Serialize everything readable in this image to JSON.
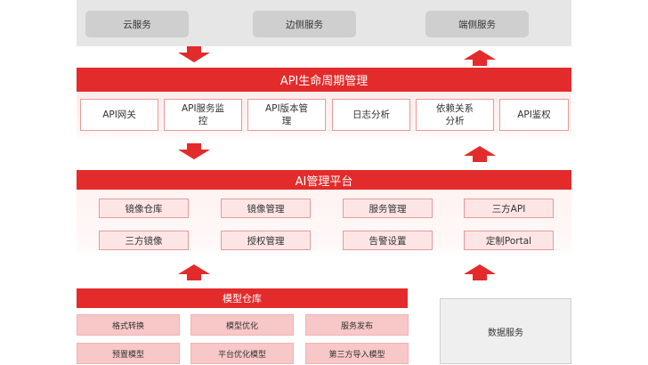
{
  "top_services": [
    "云服务",
    "边侧服务",
    "端侧服务"
  ],
  "api_lifecycle": {
    "title": "API生命周期管理",
    "items": [
      "API网关",
      "API服务监\n控",
      "API版本管\n理",
      "日志分析",
      "依赖关系\n分析",
      "API鉴权"
    ]
  },
  "ai_platform": {
    "title": "AI管理平台",
    "row1": [
      "镜像仓库",
      "镜像管理",
      "服务管理",
      "三方API"
    ],
    "row2": [
      "三方镜像",
      "授权管理",
      "告警设置",
      "定制Portal"
    ]
  },
  "model_repo": {
    "title": "模型仓库",
    "row1": [
      "格式转换",
      "模型优化",
      "服务发布"
    ],
    "row2": [
      "预置模型",
      "平台优化模型",
      "第三方导入模型"
    ]
  },
  "data_service": "数据服务",
  "colors": {
    "accent": "#e32b2b",
    "arrow": "#e32b2b",
    "gray_band": "#e6e6e6"
  }
}
